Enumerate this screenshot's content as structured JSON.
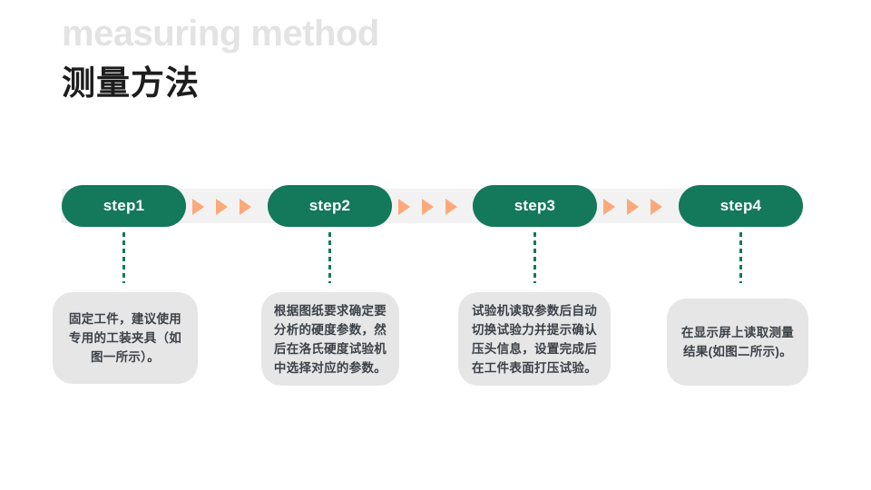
{
  "header": {
    "title_en": "measuring method",
    "title_cn": "测量方法",
    "title_en_color": "#e3e3e3",
    "title_cn_color": "#1d1d1d"
  },
  "theme": {
    "pill_green": "#14785a",
    "arrow_orange": "#fba97a",
    "track_gray": "#f2f2f2",
    "card_gray": "#e6e6e6",
    "card_text": "#3d4248"
  },
  "flow": {
    "steps": [
      {
        "label": "step1",
        "description": "固定工件，建议使用专用的工装夹具（如图一所示）。"
      },
      {
        "label": "step2",
        "description": "根据图纸要求确定要分析的硬度参数，然后在洛氏硬度试验机中选择对应的参数。"
      },
      {
        "label": "step3",
        "description": "试验机读取参数后自动切换试验力并提示确认压头信息，设置完成后在工件表面打压试验。"
      },
      {
        "label": "step4",
        "description": "在显示屏上读取测量结果(如图二所示)。"
      }
    ],
    "connector_arrows_per_gap": 3,
    "connector_icon": "triangle-right-icon"
  }
}
